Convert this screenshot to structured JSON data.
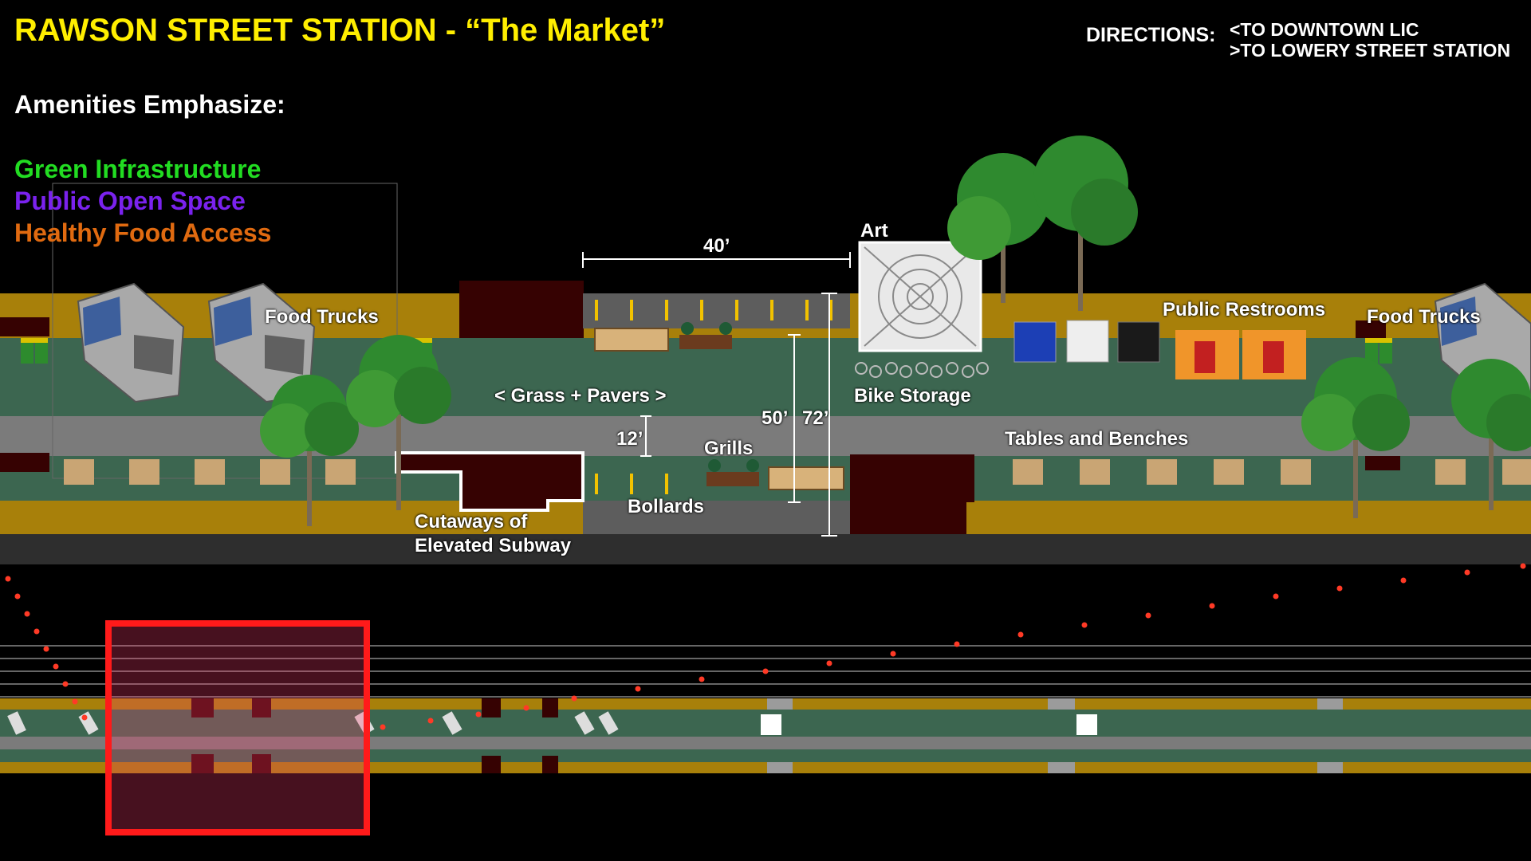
{
  "title": "RAWSON STREET STATION - “The Market”",
  "directions": {
    "label": "DIRECTIONS:",
    "line1": "<TO DOWNTOWN LIC",
    "line2": ">TO LOWERY STREET STATION"
  },
  "amenities_heading": "Amenities Emphasize:",
  "legend": [
    {
      "label": "Green Infrastructure",
      "color": "#22dd22"
    },
    {
      "label": "Public Open Space",
      "color": "#7a22ee"
    },
    {
      "label": "Healthy Food Access",
      "color": "#e06a10"
    }
  ],
  "colors": {
    "title": "#ffee00",
    "grass": "#3c6650",
    "mustard": "#a8800a",
    "maroon": "#360202",
    "paving": "#7b7b7b",
    "road": "#2e2e2e",
    "highlight": "#ff1a1a"
  },
  "labels": {
    "food_trucks": "Food Trucks",
    "food_trucks_right": "Food Trucks",
    "grass_pavers": "< Grass + Pavers >",
    "bike_storage": "Bike Storage",
    "art": "Art",
    "public_restrooms": "Public Restrooms",
    "tables_benches": "Tables and Benches",
    "grills": "Grills",
    "bollards": "Bollards",
    "cutaways": "Cutaways of",
    "elevated_subway": "Elevated Subway"
  },
  "dimensions": {
    "width_40": "40’",
    "width_12": "12’",
    "depth_50": "50’",
    "depth_72": "72’"
  }
}
